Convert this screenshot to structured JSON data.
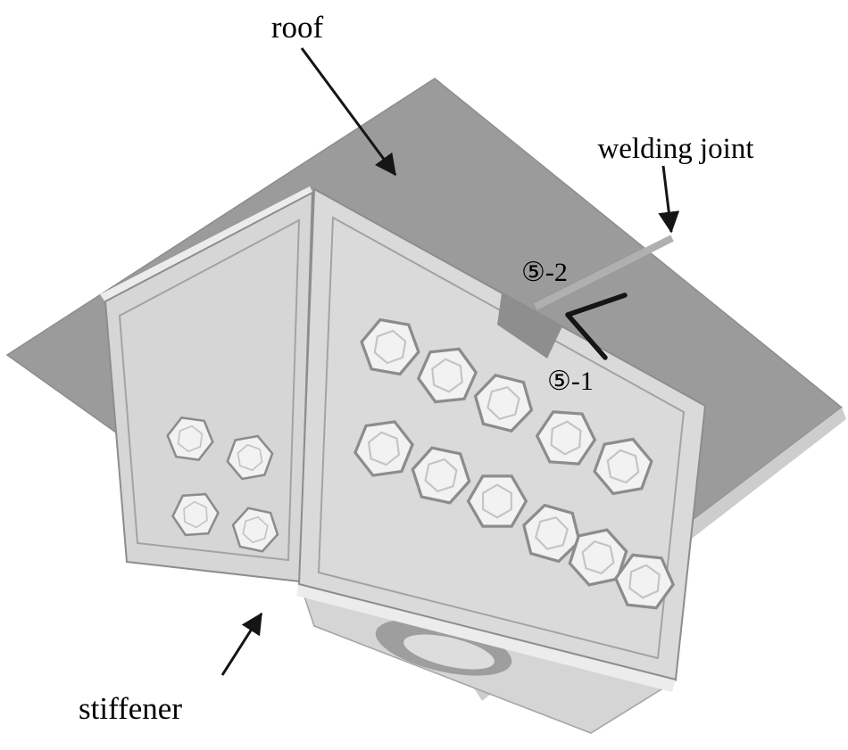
{
  "figure": {
    "labels": {
      "roof": "roof",
      "welding_joint": "welding joint",
      "stiffener": "stiffener",
      "weld_callout_upper": "⑤-2",
      "weld_callout_lower": "⑤-1"
    },
    "colors": {
      "background": "#ffffff",
      "roof_fill": "#9b9b9b",
      "roof_edge": "#cdcdcd",
      "flange_fill": "#d5d5d5",
      "hole_ring": "#9e9e9e",
      "hole_inner": "#dddddd",
      "panel_fill_left": "#d6d6d6",
      "panel_fill_right": "#dadada",
      "panel_edge_light": "#ececec",
      "panel_stroke": "#8d8d8d",
      "inner_line": "#a3a3a3",
      "bolt_fill": "#f2f2f2",
      "bolt_stroke": "#8c8c8c",
      "bolt_inner": "#c4c4c4",
      "weld_fill": "#8e8e8e",
      "weld_band": "#b0b0b0",
      "arrow": "#151515",
      "text": "#000000"
    }
  }
}
